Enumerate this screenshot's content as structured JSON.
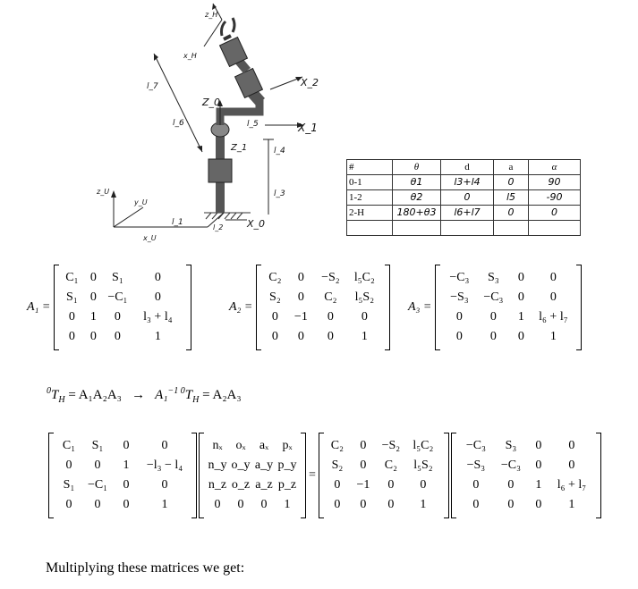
{
  "diagram": {
    "labels": {
      "z_top": "z_H",
      "x_h": "x_H",
      "l7": "l_7",
      "l6": "l_6",
      "x2": "X_2",
      "z0": "Z_0",
      "l5": "l_5",
      "x1": "X_1",
      "z1": "Z_1",
      "l4": "l_4",
      "l3": "l_3",
      "z_base": "z_U",
      "y_base": "y_U",
      "x_base": "x_U",
      "l1": "l_1",
      "l2": "l_2",
      "x0": "X_0"
    }
  },
  "dh_table": {
    "headers": [
      "#",
      "θ",
      "d",
      "a",
      "α"
    ],
    "rows": [
      [
        "0-1",
        "θ1",
        "l3+l4",
        "0",
        "90"
      ],
      [
        "1-2",
        "θ2",
        "0",
        "l5",
        "-90"
      ],
      [
        "2-H",
        "180+θ3",
        "l6+l7",
        "0",
        "0"
      ],
      [
        "",
        "",
        "",
        "",
        ""
      ]
    ]
  },
  "matrices": {
    "A1": {
      "label": "A₁ =",
      "rows": [
        [
          "C₁",
          "0",
          "S₁",
          "0"
        ],
        [
          "S₁",
          "0",
          "−C₁",
          "0"
        ],
        [
          "0",
          "1",
          "0",
          "l₃ + l₄"
        ],
        [
          "0",
          "0",
          "0",
          "1"
        ]
      ]
    },
    "A2": {
      "label": "A₂ =",
      "rows": [
        [
          "C₂",
          "0",
          "−S₂",
          "l₅C₂"
        ],
        [
          "S₂",
          "0",
          "C₂",
          "l₅S₂"
        ],
        [
          "0",
          "−1",
          "0",
          "0"
        ],
        [
          "0",
          "0",
          "0",
          "1"
        ]
      ]
    },
    "A3": {
      "label": "A₃ =",
      "rows": [
        [
          "−C₃",
          "S₃",
          "0",
          "0"
        ],
        [
          "−S₃",
          "−C₃",
          "0",
          "0"
        ],
        [
          "0",
          "0",
          "1",
          "l₆ + l₇"
        ],
        [
          "0",
          "0",
          "0",
          "1"
        ]
      ]
    }
  },
  "equation": {
    "left": "⁰T",
    "text": "⁰T_H = A₁A₂A₃   →   A₁⁻¹ ⁰T_H = A₂A₃",
    "part1": "T",
    "part2": "= A₁A₂A₃",
    "arrow": "→",
    "part3": "A₁",
    "part4": "T",
    "part5": "= A₂A₃"
  },
  "product": {
    "inv_A1": [
      [
        "C₁",
        "S₁",
        "0",
        "0"
      ],
      [
        "0",
        "0",
        "1",
        "−l₃ − l₄"
      ],
      [
        "S₁",
        "−C₁",
        "0",
        "0"
      ],
      [
        "0",
        "0",
        "0",
        "1"
      ]
    ],
    "T": [
      [
        "nₓ",
        "oₓ",
        "aₓ",
        "pₓ"
      ],
      [
        "n_y",
        "o_y",
        "a_y",
        "p_y"
      ],
      [
        "n_z",
        "o_z",
        "a_z",
        "p_z"
      ],
      [
        "0",
        "0",
        "0",
        "1"
      ]
    ],
    "A2": [
      [
        "C₂",
        "0",
        "−S₂",
        "l₅C₂"
      ],
      [
        "S₂",
        "0",
        "C₂",
        "l₅S₂"
      ],
      [
        "0",
        "−1",
        "0",
        "0"
      ],
      [
        "0",
        "0",
        "0",
        "1"
      ]
    ],
    "A3": [
      [
        "−C₃",
        "S₃",
        "0",
        "0"
      ],
      [
        "−S₃",
        "−C₃",
        "0",
        "0"
      ],
      [
        "0",
        "0",
        "1",
        "l₆ + l₇"
      ],
      [
        "0",
        "0",
        "0",
        "1"
      ]
    ],
    "equals": "="
  },
  "caption": "Multiplying these matrices we get:"
}
